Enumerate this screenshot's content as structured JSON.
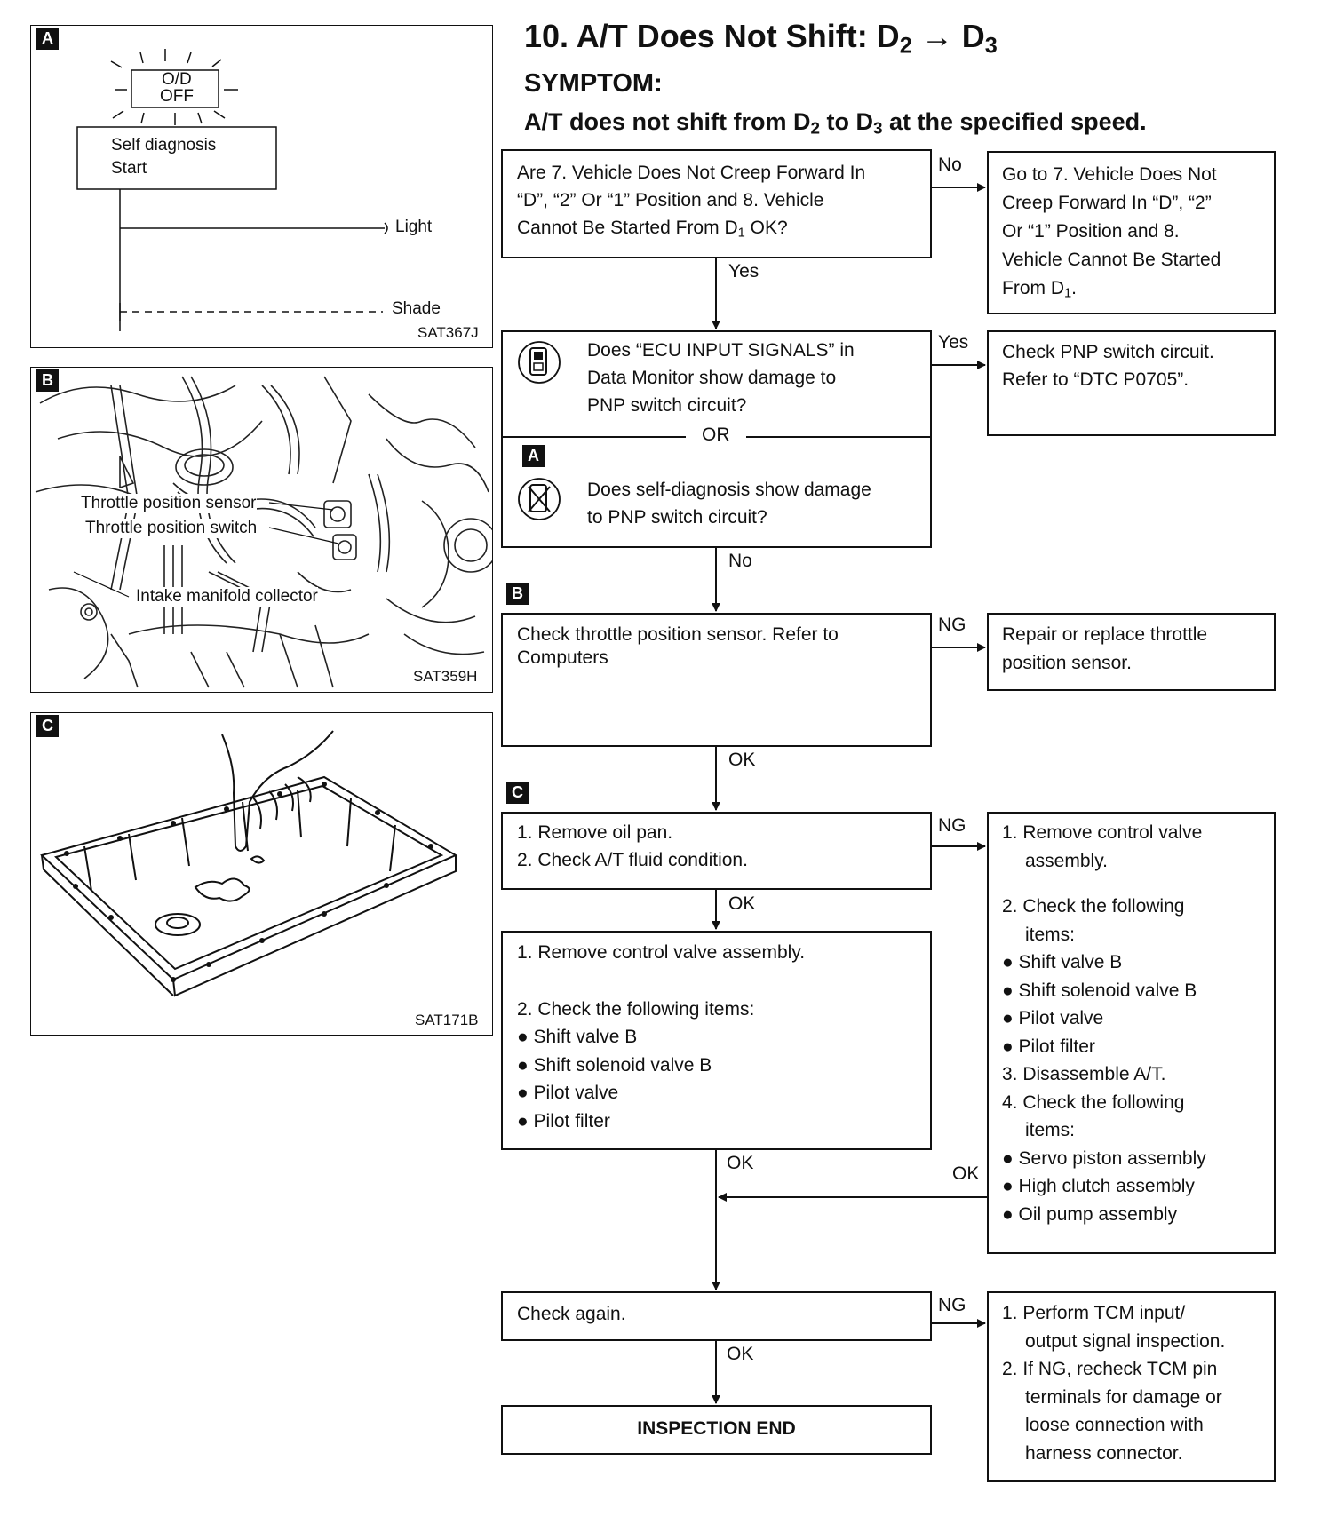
{
  "title": {
    "prefix": "10. A/T Does Not Shift: D",
    "sub1": "2",
    "arrow": " → D",
    "sub2": "3"
  },
  "symptom_label": "SYMPTOM:",
  "symptom": {
    "prefix": "A/T does not shift from D",
    "sub1": "2",
    "mid": " to D",
    "sub2": "3",
    "suffix": " at the specified speed."
  },
  "panels": {
    "a": {
      "badge": "A",
      "lamp_line1": "O/D",
      "lamp_line2": "OFF",
      "start_line1": "Self diagnosis",
      "start_line2": "Start",
      "light": "Light",
      "shade": "Shade",
      "code": "SAT367J"
    },
    "b": {
      "badge": "B",
      "label1": "Throttle position sensor",
      "label2": "Throttle position switch",
      "label3": "Intake manifold collector",
      "code": "SAT359H"
    },
    "c": {
      "badge": "C",
      "code": "SAT171B"
    }
  },
  "flow": {
    "q1": {
      "line1": "Are 7. Vehicle Does Not Creep Forward In",
      "line2": "“D”, “2” Or “1” Position and 8. Vehicle",
      "line3_pre": "Cannot Be Started From D",
      "line3_sub": "1",
      "line3_post": " OK?"
    },
    "q1_no": "No",
    "q1_yes": "Yes",
    "q1_no_box": {
      "line1": "Go to 7. Vehicle Does Not",
      "line2": "Creep Forward In “D”, “2”",
      "line3": "Or “1” Position and 8.",
      "line4": "Vehicle Cannot Be Started",
      "line5_pre": "From D",
      "line5_sub": "1",
      "line5_post": "."
    },
    "q2": {
      "line1": "Does “ECU INPUT SIGNALS” in",
      "line2": "Data Monitor show damage to",
      "line3": "PNP switch circuit?",
      "or": "OR",
      "badge": "A",
      "line4": "Does self-diagnosis show damage",
      "line5": "to PNP switch circuit?"
    },
    "q2_yes": "Yes",
    "q2_no": "No",
    "q2_yes_box": {
      "line1": "Check PNP switch circuit.",
      "line2": "Refer to “DTC P0705”."
    },
    "q3_badge": "B",
    "q3": {
      "line1": "Check throttle position sensor. Refer to",
      "line2": "Computers"
    },
    "q3_ng": "NG",
    "q3_ok": "OK",
    "q3_ng_box": {
      "line1": "Repair or replace throttle",
      "line2": "position sensor."
    },
    "q4_badge": "C",
    "q4": {
      "line1": "1. Remove oil pan.",
      "line2": "2. Check A/T fluid condition."
    },
    "q4_ng": "NG",
    "q4_ok": "OK",
    "q4_ng_box": [
      "1. Remove control valve",
      "assembly.",
      "",
      "2. Check the following",
      "items:",
      "● Shift valve B",
      "● Shift solenoid valve B",
      "● Pilot valve",
      "● Pilot filter",
      "3. Disassemble A/T.",
      "4. Check the following",
      "items:",
      "● Servo piston assembly",
      "● High clutch assembly",
      "● Oil pump assembly"
    ],
    "q5": [
      "1. Remove control valve assembly.",
      "",
      "2. Check the following items:",
      "● Shift valve B",
      "● Shift solenoid valve B",
      "● Pilot valve",
      "● Pilot filter"
    ],
    "q5_ok": "OK",
    "q4_ng_ok": "OK",
    "q6": "Check again.",
    "q6_ng": "NG",
    "q6_ok": "OK",
    "q6_ng_box": [
      "1. Perform TCM input/",
      "output signal inspection.",
      "2. If NG, recheck TCM pin",
      "terminals for damage or",
      "loose connection with",
      "harness connector."
    ],
    "end": "INSPECTION END"
  }
}
